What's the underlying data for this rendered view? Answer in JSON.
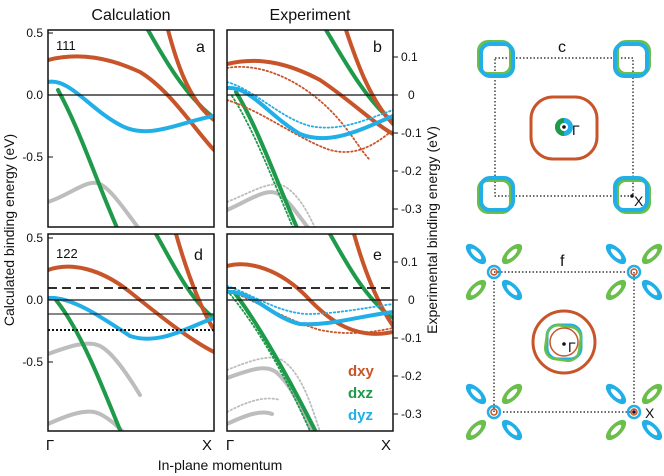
{
  "columns": {
    "left": "Calculation",
    "right": "Experiment"
  },
  "axes": {
    "y_left": "Calculated binding energy (eV)",
    "y_right": "Experimental binding energy (eV)",
    "x": "In-plane momentum",
    "x_ticks": [
      "Γ",
      "X"
    ],
    "left_ticks_top": [
      "0.5",
      "0.0",
      "-0.5"
    ],
    "left_ticks_bottom": [
      "0.5",
      "0.0",
      "-0.5"
    ],
    "right_ticks_top": [
      "0.1",
      "0",
      "-0.1",
      "-0.2",
      "-0.3"
    ],
    "right_ticks_bottom": [
      "0.1",
      "0",
      "-0.1",
      "-0.2",
      "-0.3"
    ]
  },
  "panels": {
    "a": {
      "letter": "a",
      "tag": "111"
    },
    "b": {
      "letter": "b"
    },
    "c": {
      "letter": "c",
      "point_gamma": "Γ",
      "point_x": "X"
    },
    "d": {
      "letter": "d",
      "tag": "122"
    },
    "e": {
      "letter": "e"
    },
    "f": {
      "letter": "f",
      "point_gamma": "Γ",
      "point_x": "X"
    }
  },
  "legend": [
    {
      "label": "dxy",
      "color": "#c8552a"
    },
    {
      "label": "dxz",
      "color": "#1e9a4a"
    },
    {
      "label": "dyz",
      "color": "#22aee6"
    }
  ],
  "colors": {
    "dxy": "#c8552a",
    "dxz": "#1e9a4a",
    "dyz": "#22aee6",
    "gray": "#bdbdbd",
    "pocket_green": "#6abf4b"
  }
}
